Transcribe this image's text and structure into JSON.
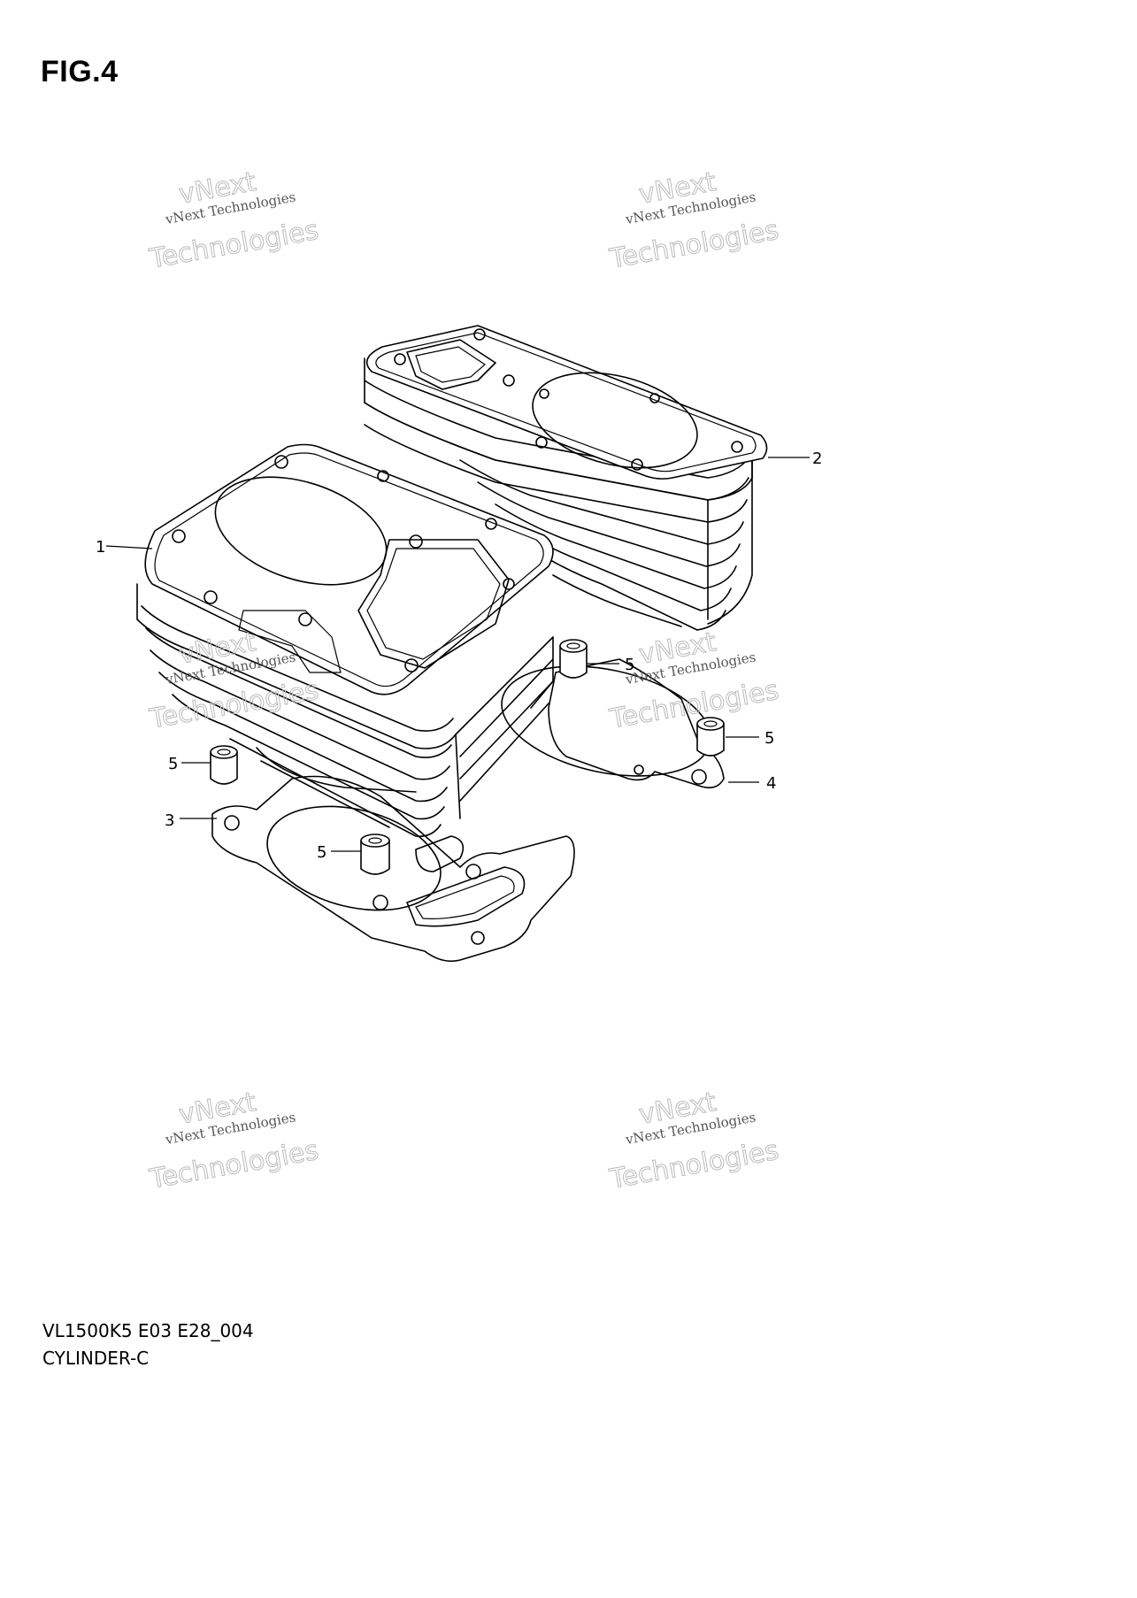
{
  "figure": {
    "title": "FIG.4"
  },
  "footer": {
    "code": "VL1500K5 E03 E28_004",
    "name": "CYLINDER-C"
  },
  "watermark": {
    "line1": "vNext",
    "line2": "vNext Technologies",
    "line3": "Technologies"
  },
  "callouts": [
    "1",
    "2",
    "3",
    "4",
    "5",
    "5",
    "5",
    "5"
  ]
}
